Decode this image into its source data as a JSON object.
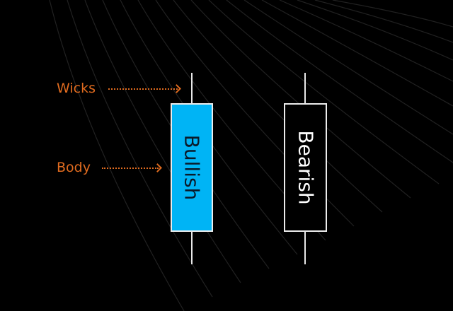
{
  "annotations": {
    "wicks_label": "Wicks",
    "body_label": "Body"
  },
  "candles": [
    {
      "label": "Bullish",
      "fill": "#00b4f5",
      "text_color": "#0a1a2a",
      "border": "#ececec"
    },
    {
      "label": "Bearish",
      "fill": "#000000",
      "text_color": "#ffffff",
      "border": "#ececec"
    }
  ],
  "colors": {
    "background": "#000000",
    "annotation": "#e06b1f",
    "wick": "#e8e8e8"
  }
}
